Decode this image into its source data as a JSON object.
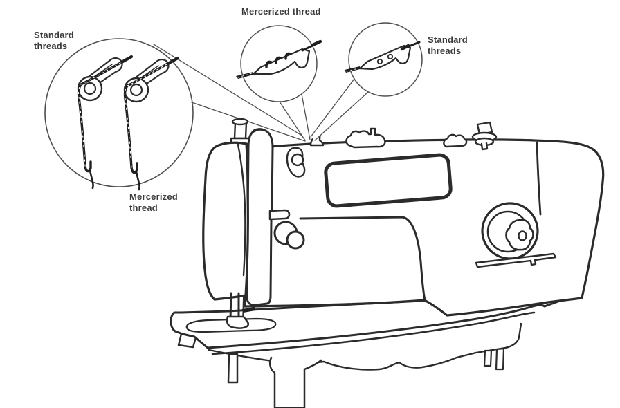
{
  "diagram": {
    "background": "#ffffff",
    "colors": {
      "machine_line": "#2b2b2b",
      "thin_line": "#4f4f4f",
      "thread": "#1f1f1f",
      "text": "#3a3a3a"
    },
    "labels": {
      "standard_threads_left": "Standard\nthreads",
      "mercerized_thread_left": "Mercerized\nthread",
      "mercerized_thread_top": "Mercerized thread",
      "standard_threads_right": "Standard\nthreads"
    }
  }
}
